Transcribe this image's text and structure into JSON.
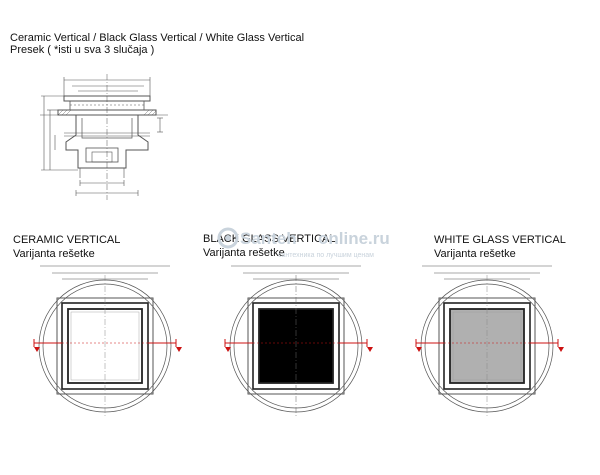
{
  "header": {
    "title": "Ceramic Vertical / Black Glass Vertical / White Glass Vertical",
    "subtitle": "Presek ( *isti u sva 3 slučaja )"
  },
  "panels": [
    {
      "title": "CERAMIC VERTICAL",
      "subtitle": "Varijanta rešetke",
      "fill": "#ffffff"
    },
    {
      "title": "BLACK GLASS VERTICAL",
      "subtitle": "Varijanta rešetke",
      "fill": "#000000"
    },
    {
      "title": "WHITE GLASS VERTICAL",
      "subtitle": "Varijanta rešetke",
      "fill": "#b0b0b0"
    }
  ],
  "watermark": {
    "brand_left": "Santeh",
    "brand_right": "online.ru",
    "tagline": "сантехника по лучшим ценам"
  },
  "colors": {
    "line": "#555555",
    "section_red": "#cc1111",
    "watermark": "#c9d3dc"
  }
}
